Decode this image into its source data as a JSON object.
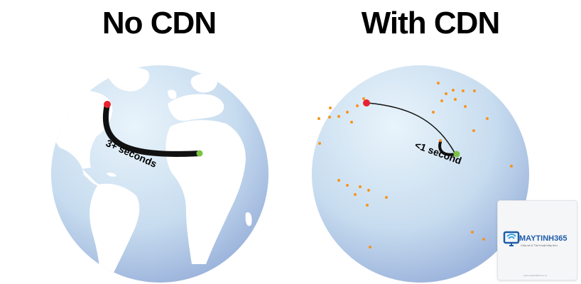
{
  "titles": {
    "left": "No CDN",
    "right": "With CDN"
  },
  "labels": {
    "left_latency": "3+ seconds",
    "right_latency": "<1 second"
  },
  "colors": {
    "ocean_light": "#dfeef8",
    "ocean_dark": "#9db4dc",
    "land": "#ffffff",
    "origin": "#e8212e",
    "user": "#7cc242",
    "edge": "#f7941d",
    "path": "#111111"
  },
  "logo": {
    "brand": "MAYTINH365",
    "tagline": "Chia sẻ & Thủ thuật Máy tính",
    "footer": "www.maytinh365.com.vn"
  }
}
